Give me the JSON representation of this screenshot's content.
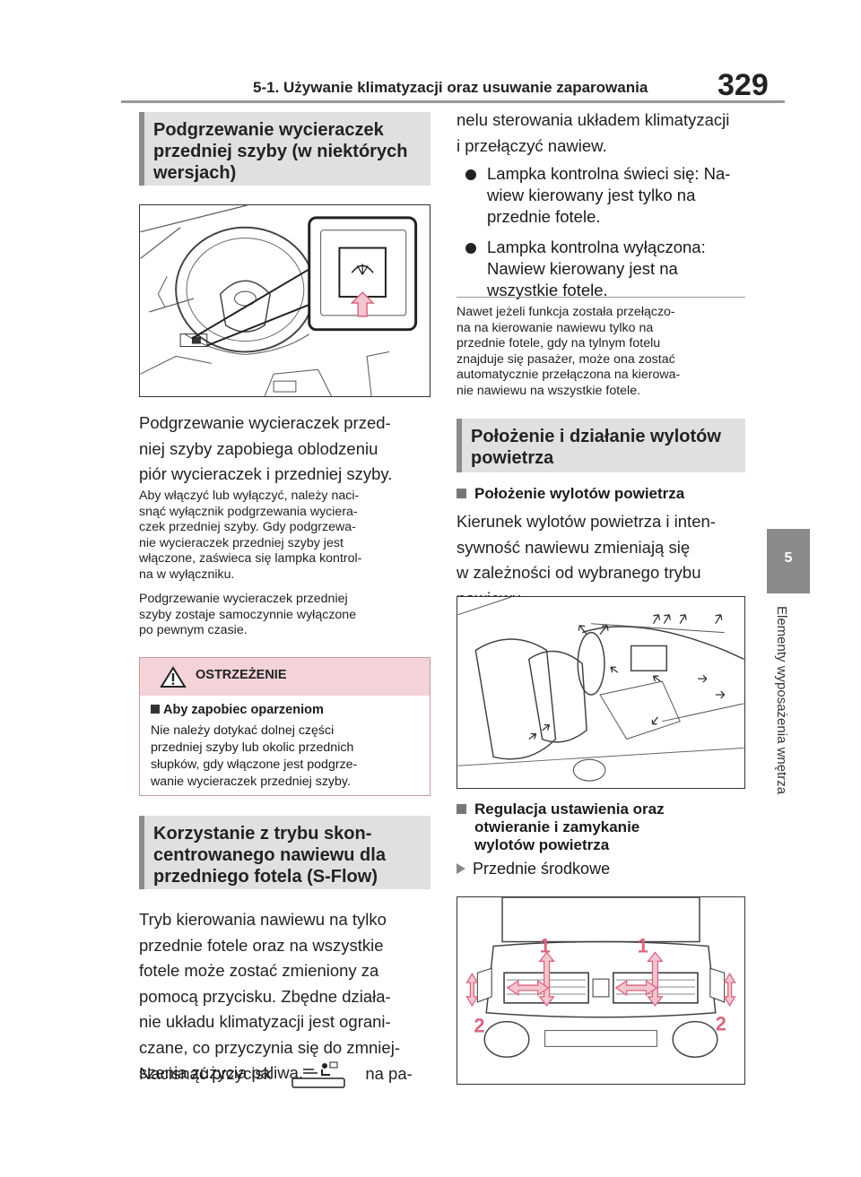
{
  "header": {
    "title": "5-1. Używanie klimatyzacji oraz usuwanie zaparowania",
    "page_number": "329"
  },
  "side_tab": {
    "number": "5",
    "label": "Elementy wyposażenia wnętrza"
  },
  "left": {
    "heading1": [
      "Podgrzewanie wycieraczek",
      "przedniej szyby (w niektórych",
      "wersjach)"
    ],
    "para1": [
      "Podgrzewanie wycieraczek przed-",
      "niej szyby zapobiega oblodzeniu",
      "piór wycieraczek i przedniej szyby."
    ],
    "note1": [
      "Aby włączyć lub wyłączyć, należy naci-",
      "snąć wyłącznik podgrzewania wyciera-",
      "czek przedniej szyby. Gdy podgrzewa-",
      "nie wycieraczek przedniej szyby jest",
      "włączone, zaświeca się lampka kontrol-",
      "na w wyłączniku."
    ],
    "note2": [
      "Podgrzewanie wycieraczek przedniej",
      "szyby zostaje samoczynnie wyłączone",
      "po pewnym czasie."
    ],
    "warning": {
      "title": "OSTRZEŻENIE",
      "subtitle": "Aby zapobiec oparzeniom",
      "body": [
        "Nie należy dotykać dolnej części",
        "przedniej szyby lub okolic przednich",
        "słupków, gdy włączone jest podgrze-",
        "wanie wycieraczek przedniej szyby."
      ]
    },
    "heading2": [
      "Korzystanie z trybu skon-",
      "centrowanego nawiewu dla",
      "przedniego fotela (S-Flow)"
    ],
    "para2": [
      "Tryb kierowania nawiewu na tylko",
      "przednie fotele oraz na wszystkie",
      "fotele może zostać zmieniony za",
      "pomocą przycisku. Zbędne działa-",
      "nie układu klimatyzacji jest ograni-",
      "czane, co przyczynia się do zmniej-",
      "szenia zużycia paliwa."
    ],
    "press_before": "Nacisnąć przycisk",
    "press_after": "na pa-"
  },
  "right": {
    "cont": [
      "nelu sterowania układem klimatyzacji",
      "i przełączyć nawiew."
    ],
    "bullet1": [
      "Lampka kontrolna świeci się: Na-",
      "wiew kierowany jest tylko na",
      "przednie fotele."
    ],
    "bullet2": [
      "Lampka kontrolna wyłączona:",
      "Nawiew kierowany jest na",
      "wszystkie fotele."
    ],
    "note": [
      "Nawet jeżeli funkcja została przełączo-",
      "na na kierowanie nawiewu tylko na",
      "przednie fotele, gdy na tylnym fotelu",
      "znajduje się pasażer, może ona zostać",
      "automatycznie przełączona na kierowa-",
      "nie nawiewu na wszystkie fotele."
    ],
    "heading3": [
      "Położenie i działanie wylotów",
      "powietrza"
    ],
    "sub1": "Położenie wylotów powietrza",
    "para3": [
      "Kierunek wylotów powietrza i inten-",
      "sywność nawiewu zmieniają się",
      "w zależności od wybranego trybu",
      "nawiewu."
    ],
    "sub2": [
      "Regulacja ustawienia oraz",
      "otwieranie i zamykanie",
      "wylotów powietrza"
    ],
    "item": "Przednie środkowe",
    "callouts": [
      "1",
      "1",
      "2",
      "2"
    ]
  },
  "colors": {
    "callout": "#d9667f",
    "arrow_fill": "#f2c6d0"
  }
}
